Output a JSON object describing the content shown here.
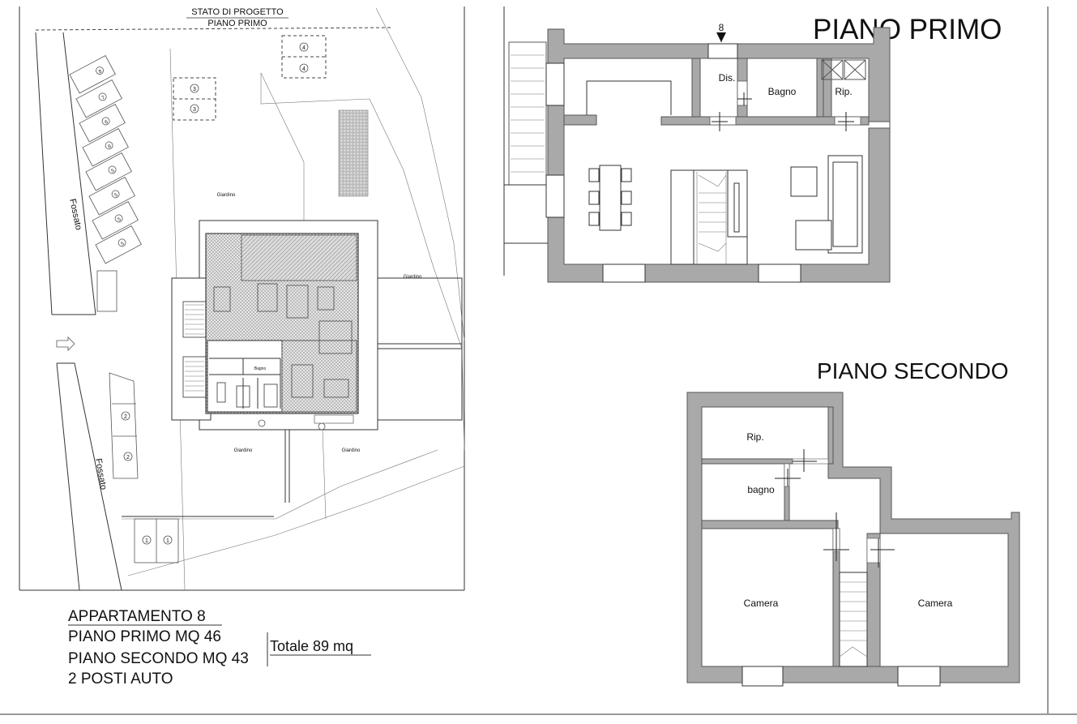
{
  "site_plan": {
    "header_line1": "STATO DI PROGETTO",
    "header_line2": "PIANO PRIMO",
    "ditch_upper": "Fossato",
    "ditch_lower": "Fossato",
    "garden_top": "Giardino",
    "garden_right": "Giardino",
    "garden_bottom_left": "Giardino",
    "garden_bottom_right": "Giardino",
    "parking_numbers_top_right": [
      "4",
      "4"
    ],
    "parking_numbers_top_mid": [
      "3",
      "3"
    ],
    "parking_numbers_left_strip": [
      "8",
      "7",
      "6",
      "6",
      "5",
      "5",
      "5",
      "5"
    ],
    "parking_numbers_lower_strip": [
      "2",
      "2"
    ],
    "parking_numbers_bottom": [
      "1",
      "1"
    ],
    "tiny_room_label": "Bagno"
  },
  "summary": {
    "apartment": "APPARTAMENTO 8",
    "first_floor": "PIANO PRIMO MQ 46",
    "second_floor": "PIANO SECONDO MQ 43",
    "parking": "2 POSTI AUTO",
    "total": "Totale 89 mq"
  },
  "first_floor": {
    "title": "PIANO PRIMO",
    "entry_number": "8",
    "rooms": {
      "dis": "Dis.",
      "bagno": "Bagno",
      "rip": "Rip."
    }
  },
  "second_floor": {
    "title": "PIANO SECONDO",
    "rooms": {
      "rip": "Rip.",
      "bagno": "bagno",
      "camera_left": "Camera",
      "camera_right": "Camera"
    }
  },
  "colors": {
    "wall_fill": "#a9a9a9",
    "line": "#333333",
    "background": "#ffffff"
  }
}
